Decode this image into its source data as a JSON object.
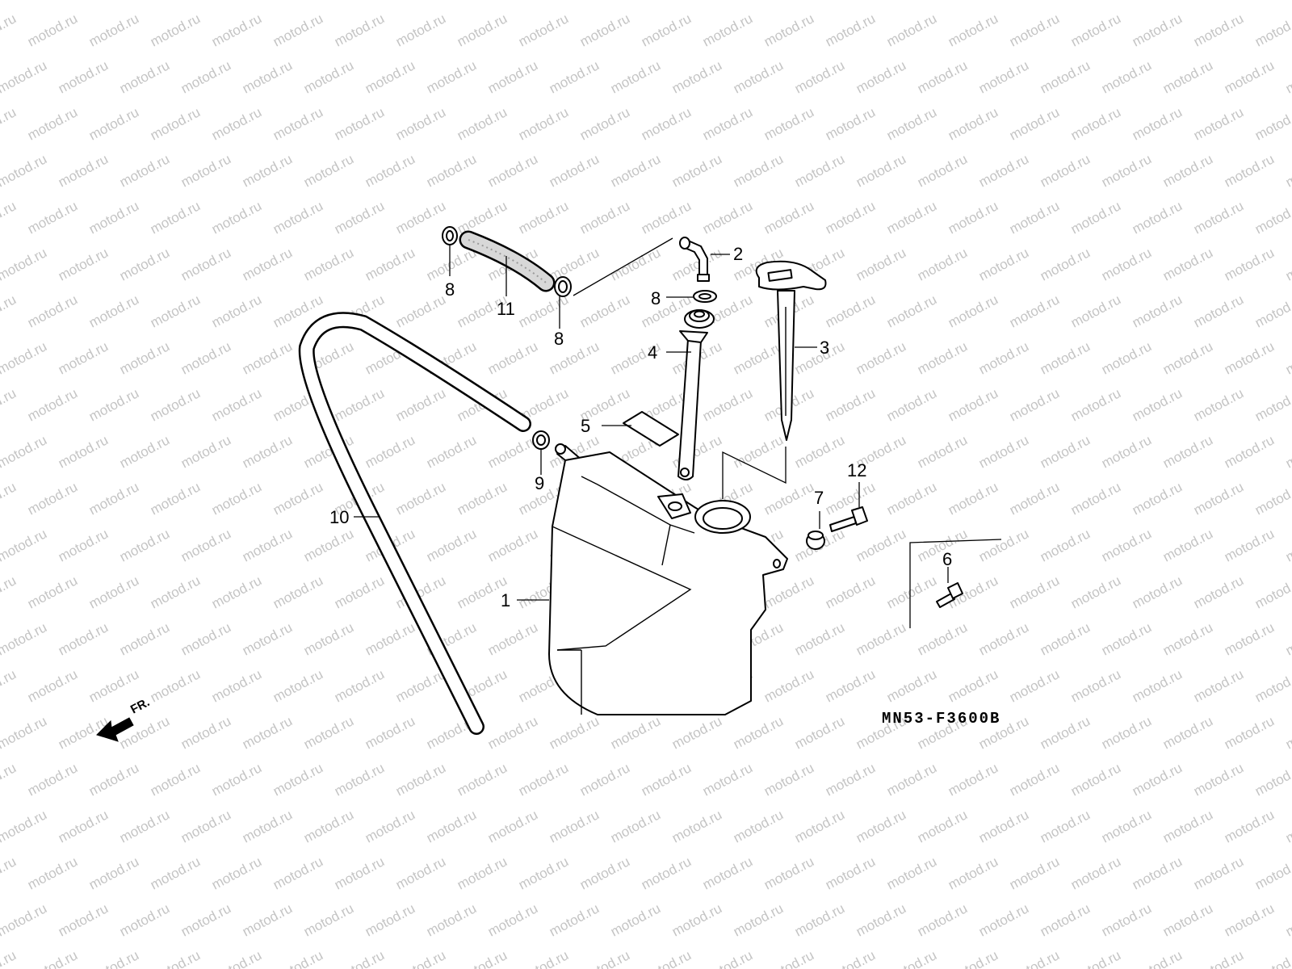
{
  "diagram": {
    "callouts": {
      "p1": "1",
      "p2": "2",
      "p3": "3",
      "p4": "4",
      "p5": "5",
      "p6": "6",
      "p7": "7",
      "p8a": "8",
      "p8b": "8",
      "p8c": "8",
      "p9": "9",
      "p10": "10",
      "p11": "11",
      "p12": "12"
    },
    "direction_label": "FR.",
    "diagram_code": "MN53-F3600B",
    "watermark_text": "motod.ru"
  }
}
